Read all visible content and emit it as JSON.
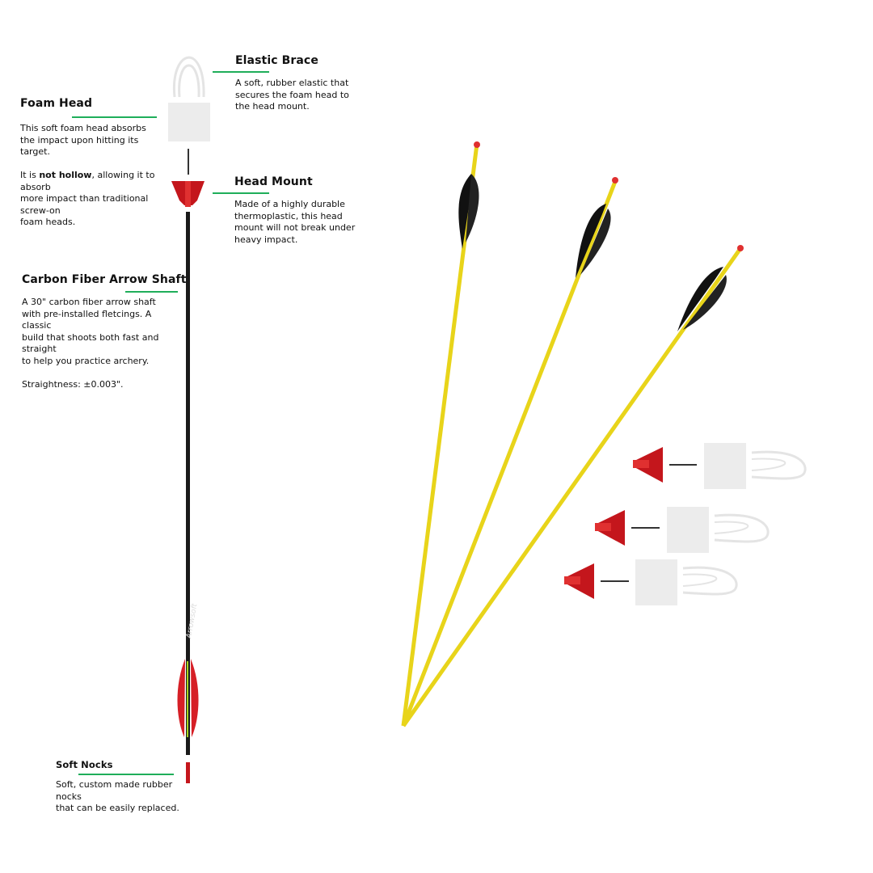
{
  "accent_color": "#1fae5a",
  "callouts": {
    "elastic_brace": {
      "title": "Elastic Brace",
      "lines": [
        "A soft, rubber elastic that",
        "secures the foam head to",
        "the head mount."
      ]
    },
    "foam_head": {
      "title": "Foam Head",
      "lines": [
        "This soft foam head absorbs",
        "the impact upon hitting its",
        "target."
      ],
      "line2_pre": "It is ",
      "line2_bold": "not hollow",
      "line2_post": ", allowing it to",
      "lines2": [
        "absorb",
        "more impact than traditional",
        "screw-on",
        "foam heads."
      ]
    },
    "head_mount": {
      "title": "Head Mount",
      "lines": [
        "Made of a highly durable",
        "thermoplastic, this head",
        "mount will not break under",
        "heavy impact."
      ]
    },
    "shaft": {
      "title": "Carbon Fiber Arrow Shaft",
      "lines": [
        "A 30\" carbon fiber arrow shaft",
        "with pre-installed fletcings. A",
        "classic",
        "build that shoots both fast and",
        "straight",
        "to help you practice archery."
      ],
      "spec": "Straightness: ±0.003\"."
    },
    "nocks": {
      "title": "Soft Nocks",
      "lines": [
        "Soft, custom made rubber",
        "nocks",
        "that can be easily replaced."
      ]
    }
  }
}
